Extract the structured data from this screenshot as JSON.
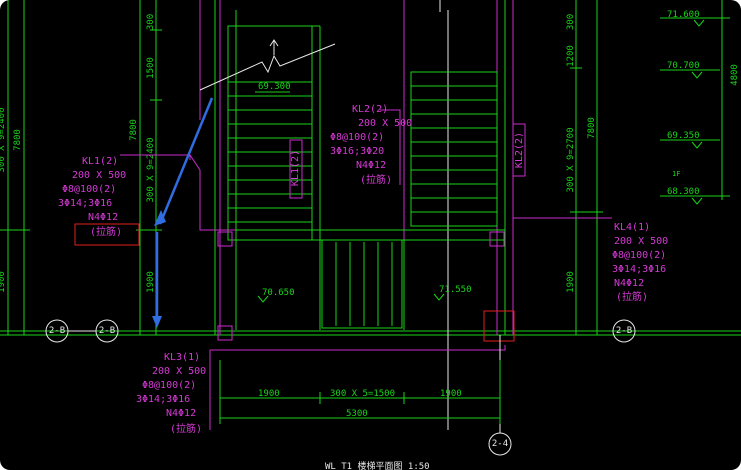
{
  "drawing": {
    "colors": {
      "background": "#000000",
      "dimension": "#19d419",
      "beam": "#cc2ccc",
      "axis": "#e8e8e8",
      "annotation": "#e0201e",
      "arrow": "#2f6de0"
    },
    "elevations": [
      "71.600",
      "70.700",
      "69.350",
      "68.300"
    ],
    "elevation_marks": [
      "1F"
    ],
    "landings": [
      "69.300",
      "70.650",
      "71.550"
    ],
    "axes": [
      "2-B",
      "2-B",
      "2-4",
      "2-B"
    ],
    "dims": {
      "left_total": "7800",
      "left_sub": "300 X 9=2400",
      "left_top": "300",
      "left_upper": "1500",
      "left_lower": "1900",
      "mid_upper": "1200",
      "mid_main": "300 X 9=2700",
      "right_total": "7800",
      "right_lower": "1900",
      "far_right": "4800",
      "bottom_a": "1900",
      "bottom_b": "300 X 5=1500",
      "bottom_c": "1900",
      "bottom_total": "5300",
      "mark_right": "300"
    },
    "beams": {
      "kl1": [
        "KL1(2)",
        "200 X 500",
        "Φ8@100(2)",
        "3Φ14;3Φ16",
        "N4Φ12",
        "(拉筋)"
      ],
      "kl2": [
        "KL2(2)",
        "200 X 500",
        "Φ8@100(2)",
        "3Φ16;3Φ20",
        "N4Φ12",
        "(拉筋)"
      ],
      "kl3": [
        "KL3(1)",
        "200 X 500",
        "Φ8@100(2)",
        "3Φ14;3Φ16",
        "N4Φ12",
        "(拉筋)"
      ],
      "kl4": [
        "KL4(1)",
        "200 X 500",
        "Φ8@100(2)",
        "3Φ14;3Φ16",
        "N4Φ12",
        "(拉筋)"
      ]
    },
    "side_labels": {
      "a": "KL1(2)",
      "b": "KL2(2)"
    },
    "bottom_title": "WL T1  楼梯平面图  1:50"
  }
}
